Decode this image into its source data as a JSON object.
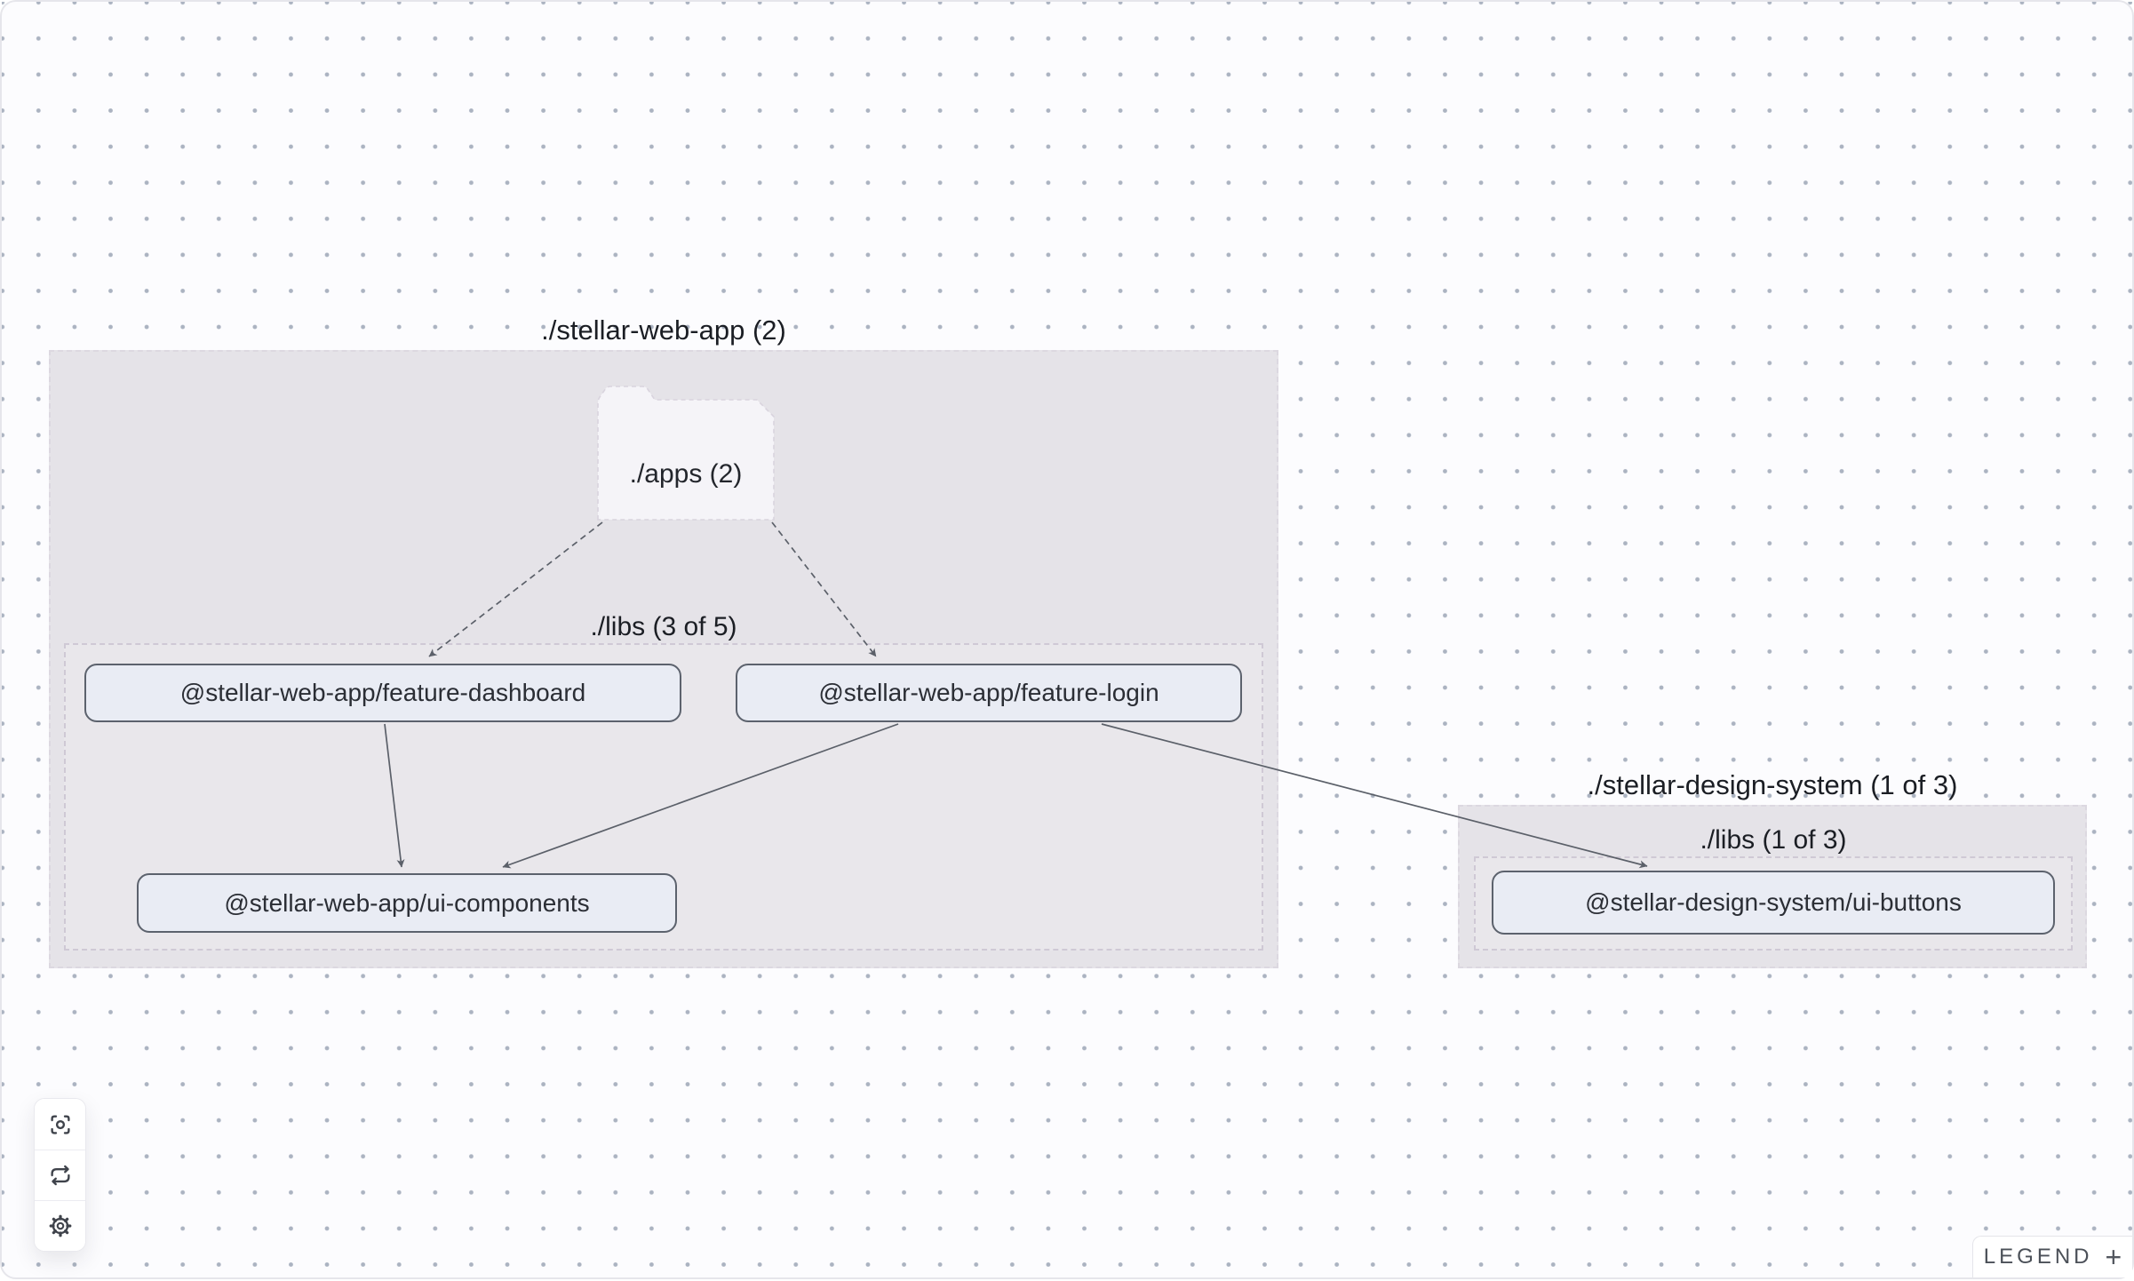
{
  "canvas": {
    "background": "#fcfcfe",
    "dot_color": "#97a1b2",
    "frame_border": "#e6e6eb",
    "group_background": "#e5e3e8",
    "node_background": "#e9ecf4",
    "node_border": "#5c626d",
    "edge_color": "#5b6069"
  },
  "groups": [
    {
      "id": "stellar-web-app",
      "title": "./stellar-web-app (2)"
    },
    {
      "id": "stellar-design-system",
      "title": "./stellar-design-system (1 of 3)"
    }
  ],
  "subgroups": [
    {
      "id": "web-app-libs",
      "label": "./libs (3 of 5)"
    },
    {
      "id": "design-system-libs",
      "label": "./libs (1 of 3)"
    }
  ],
  "folders": [
    {
      "id": "apps",
      "label": "./apps (2)"
    }
  ],
  "nodes": [
    {
      "id": "feature-dashboard",
      "label": "@stellar-web-app/feature-dashboard"
    },
    {
      "id": "feature-login",
      "label": "@stellar-web-app/feature-login"
    },
    {
      "id": "ui-components",
      "label": "@stellar-web-app/ui-components"
    },
    {
      "id": "ui-buttons",
      "label": "@stellar-design-system/ui-buttons"
    }
  ],
  "edges": [
    {
      "from": "./apps",
      "to": "feature-dashboard",
      "style": "dashed"
    },
    {
      "from": "./apps",
      "to": "feature-login",
      "style": "dashed"
    },
    {
      "from": "feature-dashboard",
      "to": "ui-components",
      "style": "solid"
    },
    {
      "from": "feature-login",
      "to": "ui-components",
      "style": "solid"
    },
    {
      "from": "feature-login",
      "to": "ui-buttons",
      "style": "solid"
    }
  ],
  "toolbar": {
    "buttons": [
      {
        "name": "zoom-to-fit",
        "icon": "focus-crosshair-icon"
      },
      {
        "name": "refresh-graph",
        "icon": "refresh-cycle-icon"
      },
      {
        "name": "settings",
        "icon": "gear-icon"
      }
    ]
  },
  "legend": {
    "label": "LEGEND",
    "expand": "+"
  }
}
